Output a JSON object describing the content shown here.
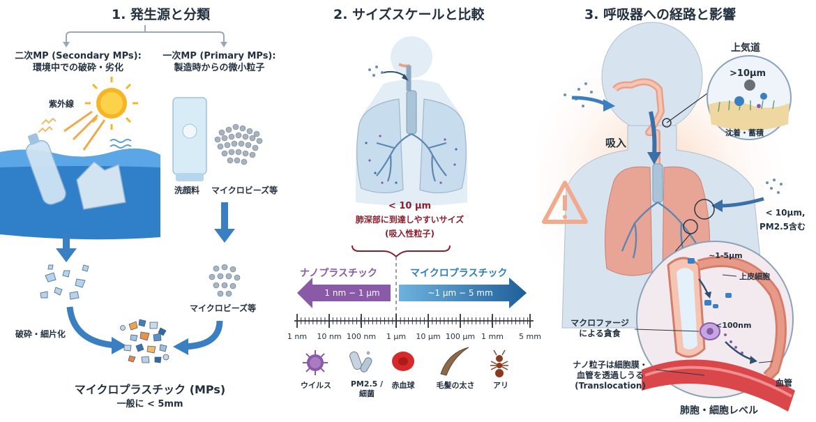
{
  "panel1": {
    "title": "1. 発生源と分類",
    "secondary_title": "二次MP (Secondary MPs):",
    "secondary_desc": "環境中での破砕・劣化",
    "primary_title": "一次MP (Primary MPs):",
    "primary_desc": "製造時からの微小粒子",
    "uv_label": "紫外線",
    "cleanser_label": "洗顔料",
    "microbeads_label": "マイクロビーズ等",
    "microbeads_label2": "マイクロビーズ等",
    "fragment_label": "破砕・細片化",
    "mp_title": "マイクロプラスチック (MPs)",
    "mp_size": "一般に < 5mm"
  },
  "panel2": {
    "title": "2. サイズスケールと比較",
    "threshold": "< 10 µm",
    "threshold_desc": "肺深部に到達しやすいサイズ",
    "respirable": "(吸入性粒子)",
    "nano_label": "ナノプラスチック",
    "micro_label": "マイクロプラスチック",
    "nano_range": "1 nm − 1 µm",
    "micro_range": "~1 µm − 5 mm",
    "ticks": [
      "1 nm",
      "10 nm",
      "100 nm",
      "1 µm",
      "10 µm",
      "100 µm",
      "1 mm",
      "5 mm"
    ],
    "examples": [
      {
        "label": "ウイルス",
        "icon": "virus-icon"
      },
      {
        "label": "PM2.5 / 細菌",
        "icon": "bacteria-icon"
      },
      {
        "label": "赤血球",
        "icon": "red-blood-cell-icon"
      },
      {
        "label": "毛髪の太さ",
        "icon": "hair-icon"
      },
      {
        "label": "アリ",
        "icon": "ant-icon"
      }
    ],
    "pm_line1": "PM2.5 /",
    "pm_line2": "細菌"
  },
  "panel3": {
    "title": "3. 呼吸器への経路と影響",
    "upper_airway": "上気道",
    "gt10": ">10µm",
    "deposit": "沈着・蓄積",
    "inhale": "吸入",
    "lt10": "< 10µm,",
    "pm25": "PM2.5含む",
    "size15": "~1-5µm",
    "epithelial": "上皮細胞",
    "lt100nm": "<100nm",
    "macro1": "マクロファージ",
    "macro2": "による貪食",
    "nano1": "ナノ粒子は細胞膜・",
    "nano2": "血管を透過しうる",
    "nano3": "(Translocation)",
    "vessel": "血管",
    "alveoli": "肺胞・細胞レベル"
  },
  "colors": {
    "nano": "#8a5aa8",
    "micro": "#2d7fb8",
    "dark_red": "#8b1e2b",
    "blue_arrow": "#3a7fc1"
  }
}
